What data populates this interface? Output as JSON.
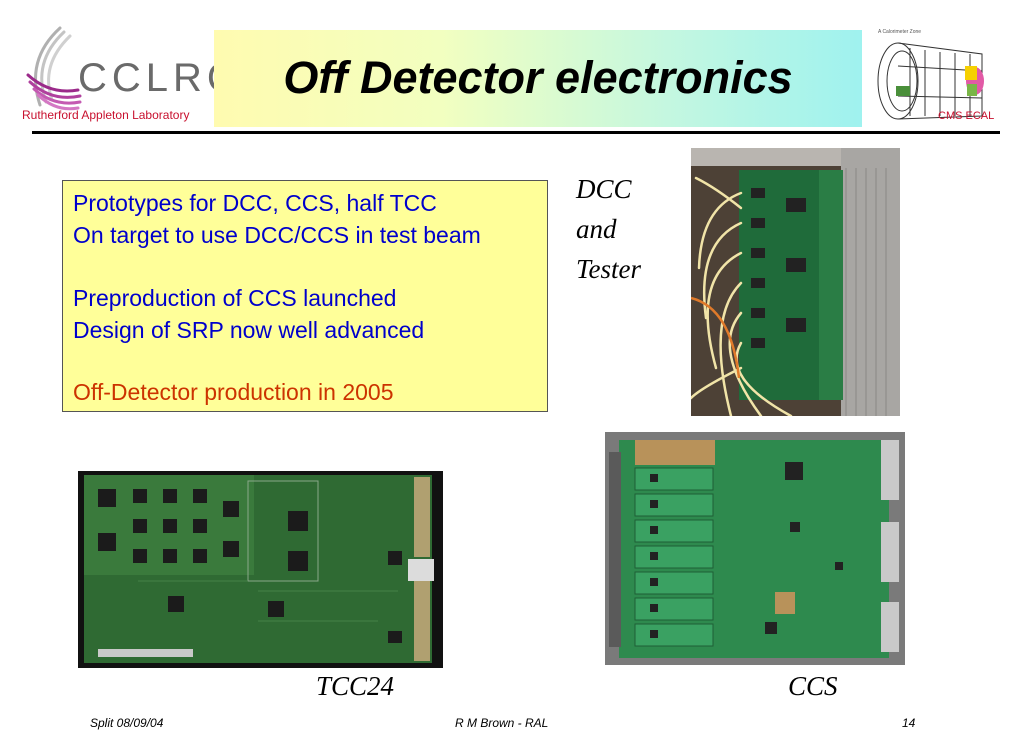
{
  "header": {
    "logo_text": "CCLRC",
    "lab_name": "Rutherford Appleton Laboratory",
    "title": "Off Detector electronics",
    "detector_label": "CMS ECAL",
    "detector_small_text": "A Calorimeter Zone"
  },
  "info_box": {
    "line1": "Prototypes for DCC, CCS, half TCC",
    "line2": "On target to use DCC/CCS in test beam",
    "line3": "Preproduction of CCS launched",
    "line4": "Design of SRP now well advanced",
    "line5": "Off-Detector production in 2005"
  },
  "captions": {
    "dcc_line1": "DCC",
    "dcc_line2": "and",
    "dcc_line3": "Tester",
    "tcc": "TCC24",
    "ccs": "CCS"
  },
  "footer": {
    "left": "Split 08/09/04",
    "center": "R M Brown - RAL",
    "page_number": "14"
  },
  "colors": {
    "title_gradient_start": "#fffbb0",
    "title_gradient_end": "#9ff2ef",
    "info_box_bg": "#ffff99",
    "text_blue": "#0000cc",
    "text_red": "#cc3300",
    "lab_red": "#c8102e"
  }
}
